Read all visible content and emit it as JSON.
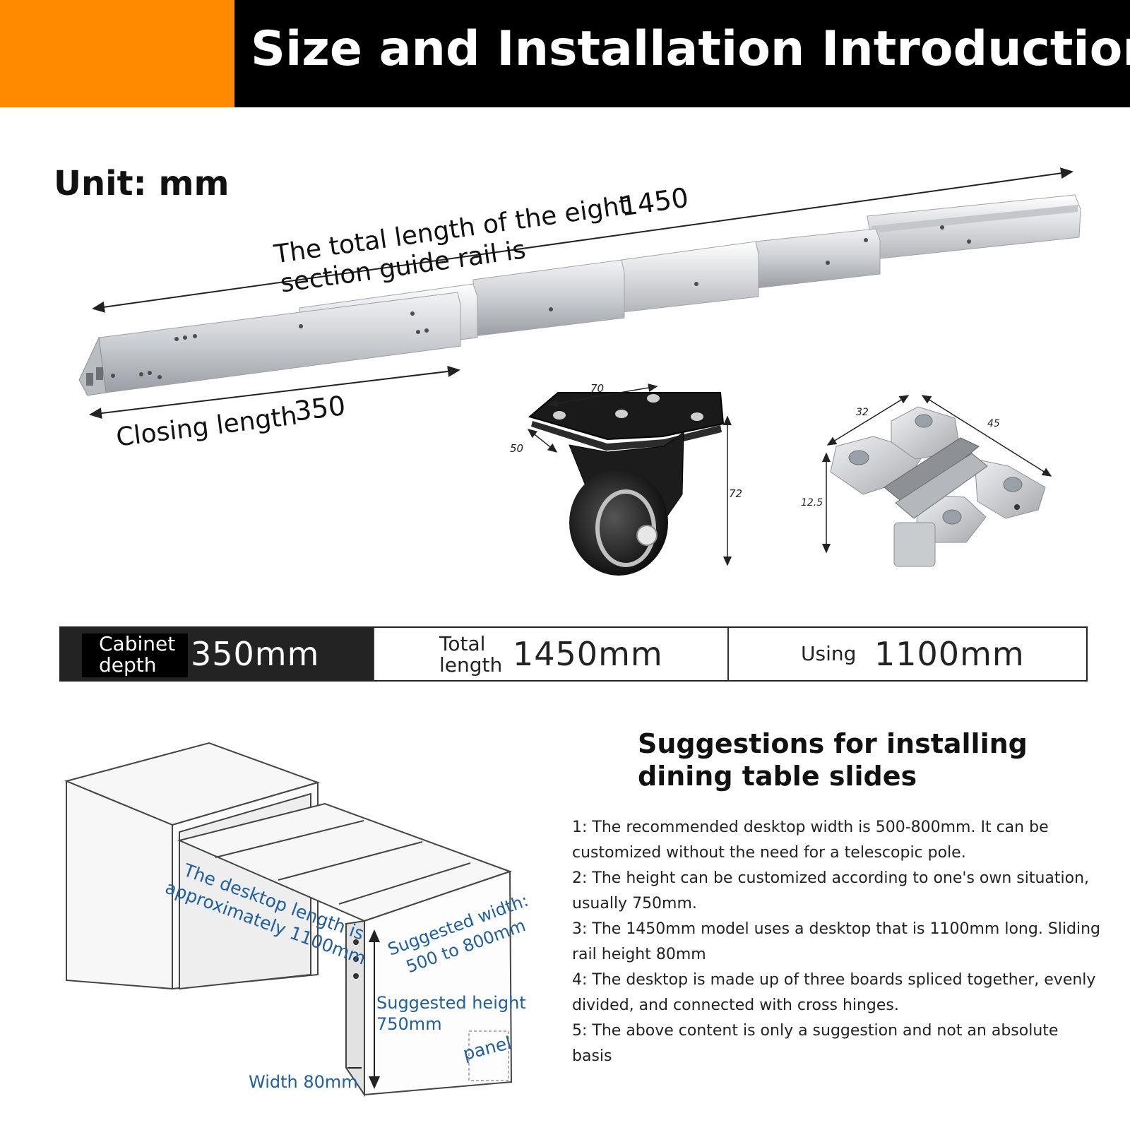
{
  "header": {
    "title": "Size and Installation Introduction"
  },
  "unit_label": "Unit: mm",
  "rail": {
    "total_label_line1": "The total length of the eight",
    "total_label_line2": "section guide rail is",
    "total_value": "1450",
    "closing_label": "Closing length",
    "closing_value": "350"
  },
  "caster": {
    "top_dim": "70",
    "side_dim": "50",
    "height_dim": "72"
  },
  "hinge": {
    "dim_a": "32",
    "dim_b": "45",
    "dim_c": "12.5"
  },
  "spec_bar": {
    "cabinet_label_line1": "Cabinet",
    "cabinet_label_line2": "depth",
    "cabinet_value": "350mm",
    "total_label_line1": "Total",
    "total_label_line2": "length",
    "total_value": "1450mm",
    "using_label": "Using",
    "using_value": "1100mm"
  },
  "diagram": {
    "desktop_length_line1": "The desktop length is",
    "desktop_length_line2": "approximately 1100mm",
    "width_line1": "Suggested width:",
    "width_line2": "500 to 800mm",
    "height_line1": "Suggested height",
    "height_line2": "750mm",
    "panel": "panel",
    "rail_width": "Width 80mm"
  },
  "suggestions": {
    "title_line1": "Suggestions for installing",
    "title_line2": "dining table slides",
    "items": [
      "1: The recommended desktop width is 500-800mm. It can be customized without the need for a telescopic pole.",
      "2: The height can be customized according to one's own situation, usually 750mm.",
      "3: The 1450mm model uses a desktop that is 1100mm long. Sliding rail height 80mm",
      "4: The desktop is made up of three boards spliced together, evenly divided, and connected with cross hinges.",
      "5: The above content is only a suggestion and not an absolute basis"
    ]
  },
  "colors": {
    "accent": "#ff8a00",
    "header_bg": "#000000",
    "annotation_blue": "#1f5fa0"
  }
}
